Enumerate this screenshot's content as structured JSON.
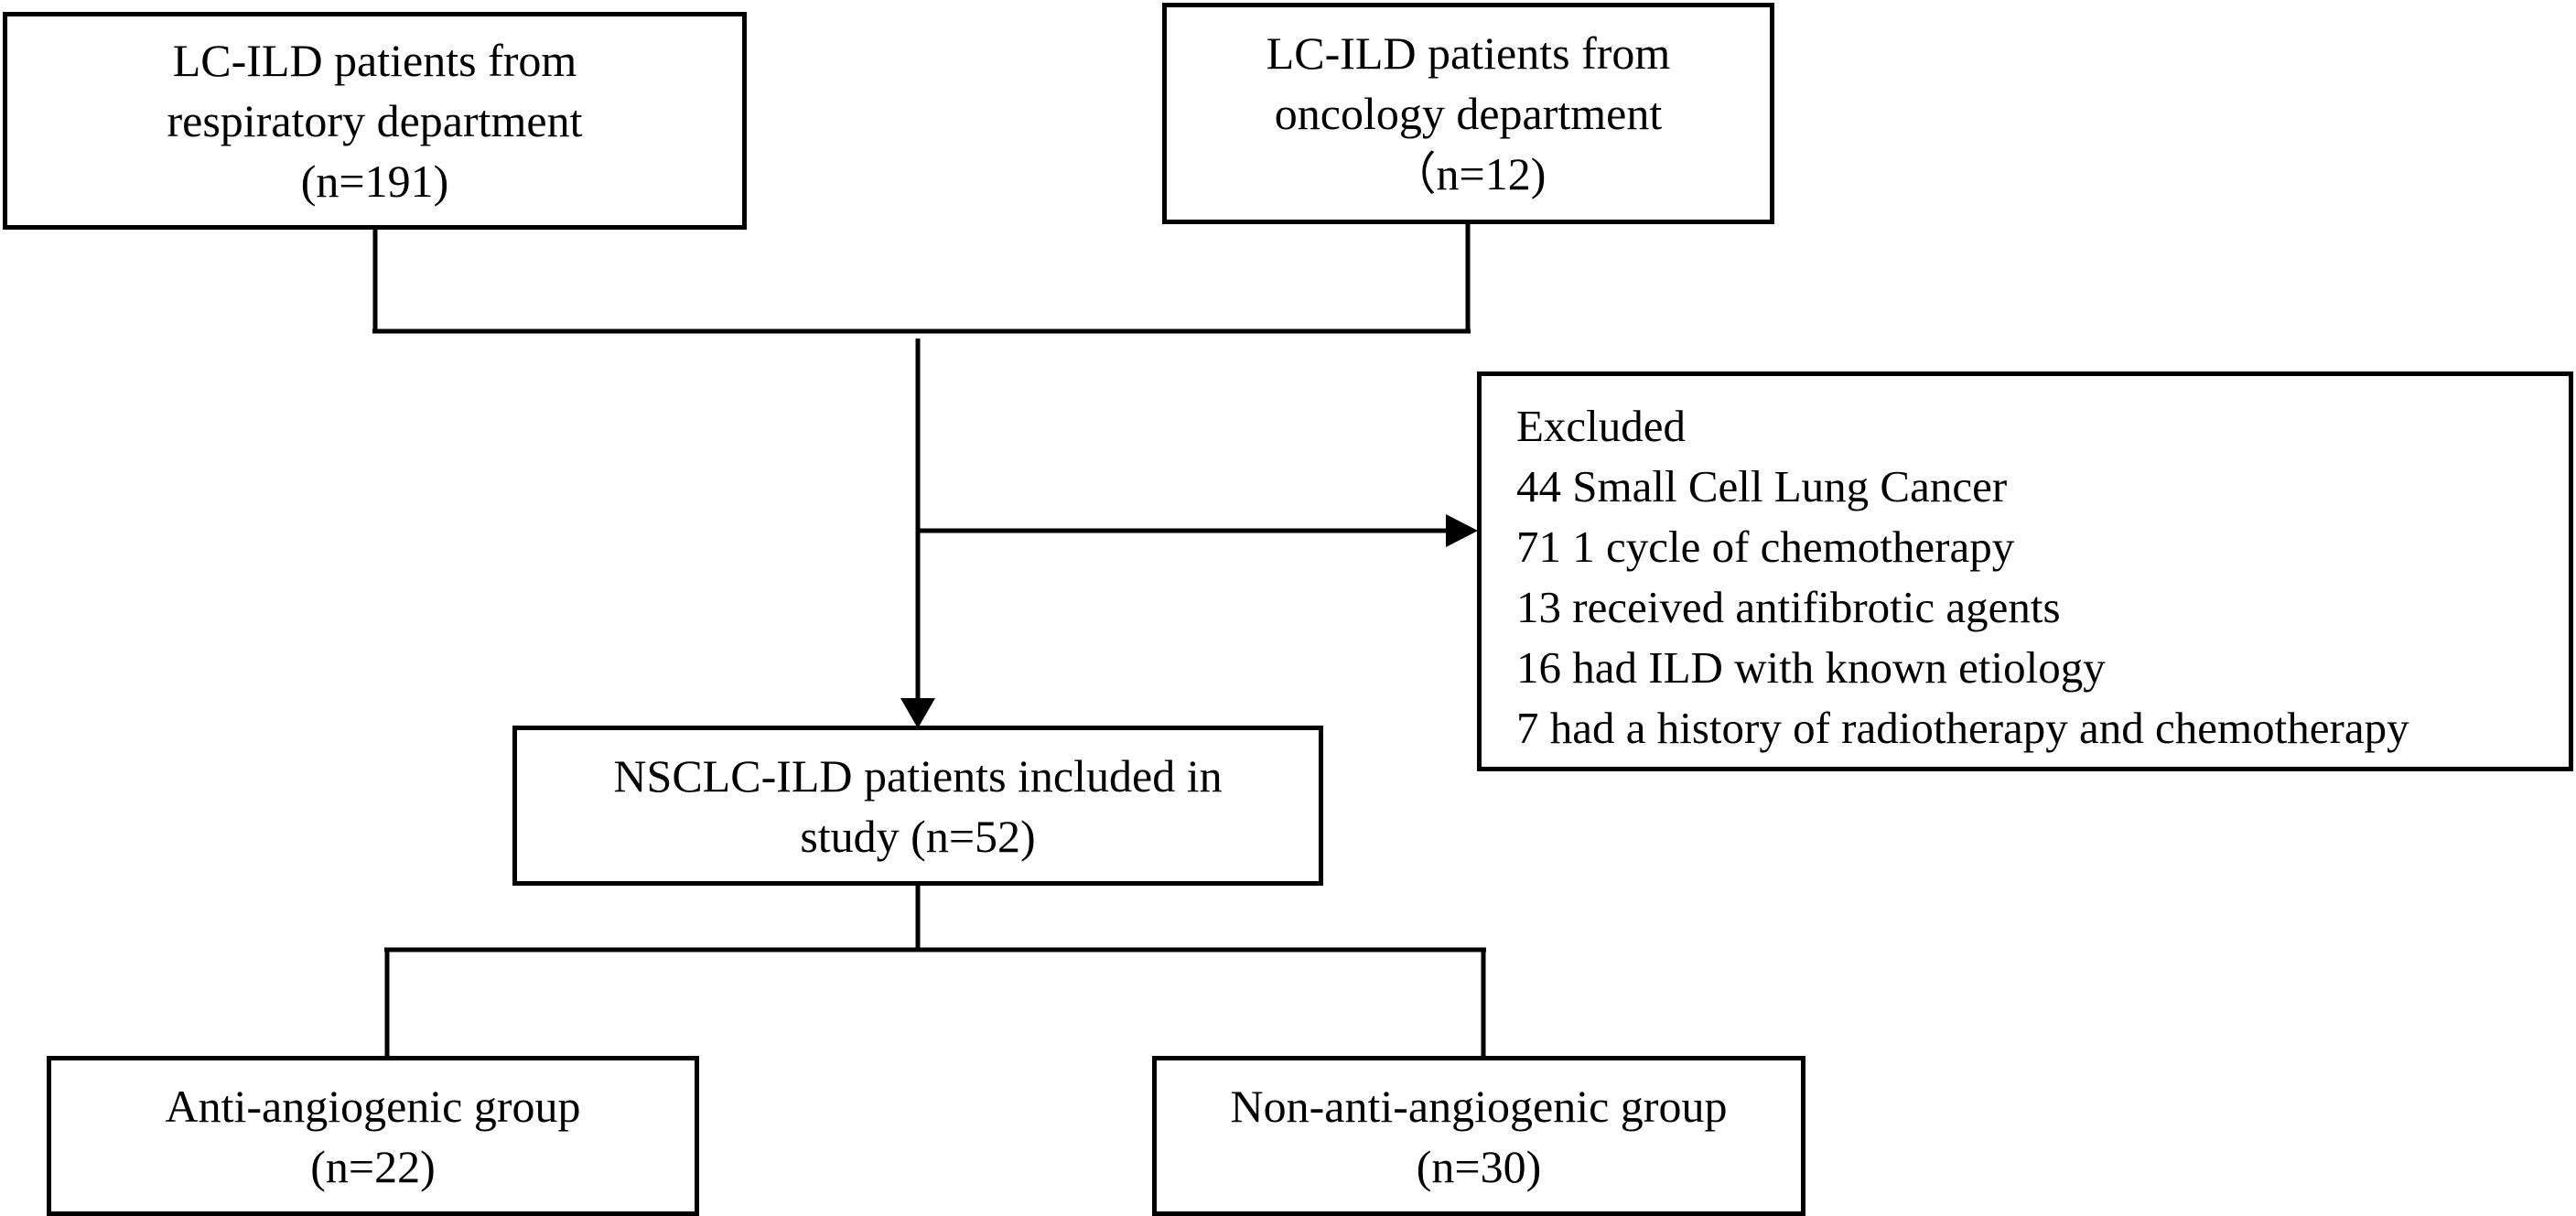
{
  "source_resp": {
    "line1": "LC-ILD patients from",
    "line2": "respiratory department",
    "line3": "(n=191)"
  },
  "source_onc": {
    "line1": "LC-ILD patients from",
    "line2": "oncology department",
    "line3": "（n=12)"
  },
  "excluded": {
    "title": "Excluded",
    "items": [
      "44 Small Cell Lung Cancer",
      "71 1 cycle of chemotherapy",
      "13 received antifibrotic agents",
      "16 had ILD with known etiology",
      "7 had a history of radiotherapy and chemotherapy"
    ]
  },
  "included": {
    "line1": "NSCLC-ILD patients included in",
    "line2": "study (n=52)"
  },
  "group_anti": {
    "line1": "Anti-angiogenic group",
    "line2": "(n=22)"
  },
  "group_non": {
    "line1": "Non-anti-angiogenic group",
    "line2": "(n=30)"
  }
}
